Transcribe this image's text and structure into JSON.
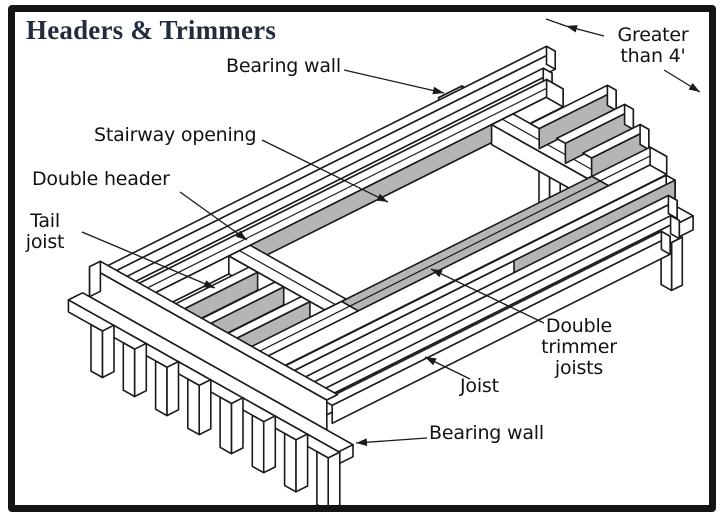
{
  "title": {
    "line1": "Headers &",
    "line2": "Trimmers"
  },
  "labels": {
    "bearing_wall_top": "Bearing wall",
    "greater_line1": "Greater",
    "greater_line2": "than 4'",
    "stairway_opening": "Stairway opening",
    "double_header": "Double header",
    "tail_line1": "Tail",
    "tail_line2": "joist",
    "trimmer_line1": "Double",
    "trimmer_line2": "trimmer",
    "trimmer_line3": "joists",
    "joist": "Joist",
    "bearing_wall_bottom": "Bearing wall"
  },
  "colors": {
    "line": "#1a1a1a",
    "wood_fill": "#ffffff",
    "shade_fill": "#b5b5b5",
    "title_color": "#222c3c",
    "border": "#141414",
    "background": "#ffffff"
  }
}
